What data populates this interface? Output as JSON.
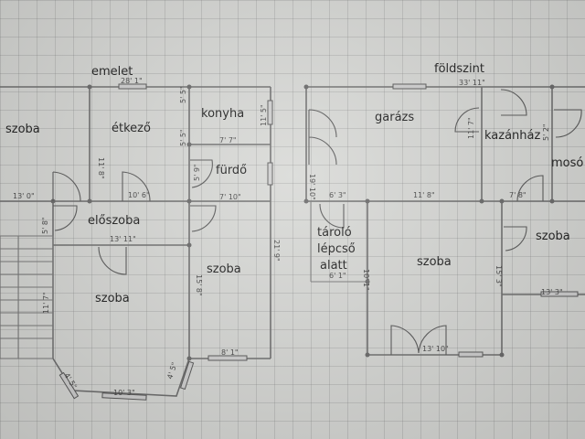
{
  "headings": {
    "upper": "emelet",
    "ground": "földszint"
  },
  "rooms": {
    "szoba_left": "szoba",
    "etkezo": "étkező",
    "konyha": "konyha",
    "furdo": "fürdő",
    "eloszoba": "előszoba",
    "szoba_center": "szoba",
    "szoba_lower": "szoba",
    "garazs": "garázs",
    "kazanhaz": "kazánház",
    "moso": "mosó",
    "tarolo_1": "tároló",
    "tarolo_2": "lépcső",
    "tarolo_3": "alatt",
    "szoba_ground": "szoba",
    "szoba_ground_right": "szoba"
  },
  "dimensions": {
    "d_28_1": "28' 1\"",
    "d_5_5a": "5' 5\"",
    "d_11_5": "11' 5\"",
    "d_11_8": "11' 8\"",
    "d_5_5b": "5' 5\"",
    "d_7_7": "7' 7\"",
    "d_5_9": "5' 9\"",
    "d_13_0": "13' 0\"",
    "d_10_6": "10' 6\"",
    "d_7_10": "7' 10\"",
    "d_5_8": "5' 8\"",
    "d_13_11": "13' 11\"",
    "d_21_9": "21' 9\"",
    "d_15_8": "15' 8\"",
    "d_11_7": "11' 7\"",
    "d_8_1": "8' 1\"",
    "d_4_5a": "4' 5\"",
    "d_4_5b": "4' 5\"",
    "d_10_3": "10' 3\"",
    "d_33_11": "33' 11\"",
    "d_11_7b": "11' 7\"",
    "d_5_2": "5' 2\"",
    "d_19_10": "19' 10\"",
    "d_6_3": "6' 3\"",
    "d_11_8b": "11' 8\"",
    "d_7_8": "7' 8\"",
    "d_10_1": "10' 1\"",
    "d_6_1": "6' 1\"",
    "d_15_3": "15' 3\"",
    "d_13_3": "13' 3\"",
    "d_13_10": "13' 10\""
  }
}
